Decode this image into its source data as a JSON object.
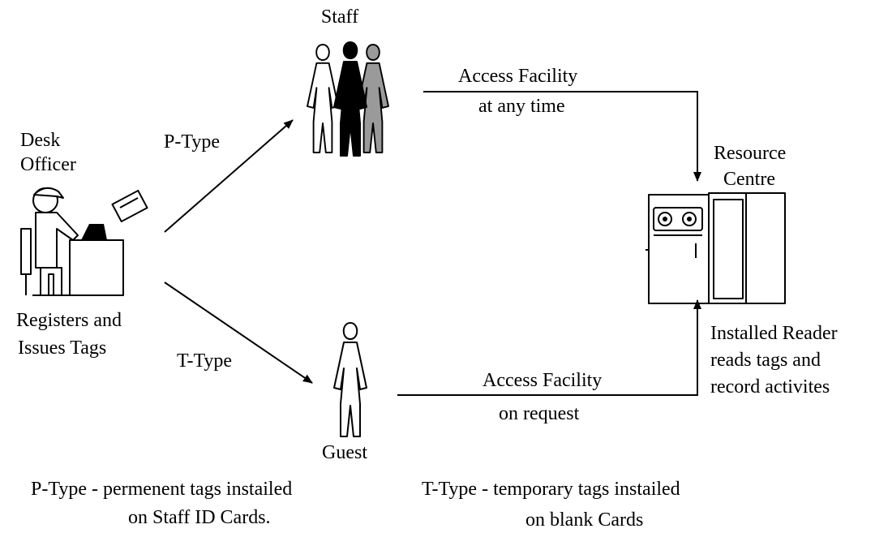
{
  "labels": {
    "staff": "Staff",
    "desk_officer_1": "Desk",
    "desk_officer_2": "Officer",
    "registers_1": "Registers and",
    "registers_2": "Issues Tags",
    "p_type": "P-Type",
    "t_type": "T-Type",
    "access_staff_1": "Access Facility",
    "access_staff_2": "at any time",
    "resource_1": "Resource",
    "resource_2": "Centre",
    "reader_1": "Installed Reader",
    "reader_2": "reads tags and",
    "reader_3": "record activites",
    "access_guest_1": "Access Facility",
    "access_guest_2": "on request",
    "guest": "Guest",
    "p_note_1": "P-Type - permenent tags instailed",
    "p_note_2": "on Staff ID Cards.",
    "t_note_1": "T-Type - temporary tags instailed",
    "t_note_2": "on blank Cards"
  },
  "icons": {
    "staff": "staff-group-icon",
    "desk_officer": "desk-officer-icon",
    "guest": "guest-person-icon",
    "resource": "resource-centre-machine-icon",
    "card": "tag-card-icon"
  },
  "colors": {
    "ink": "#000000",
    "staff_light": "#ffffff",
    "staff_dark": "#000000",
    "staff_grey": "#9a9a9a"
  }
}
